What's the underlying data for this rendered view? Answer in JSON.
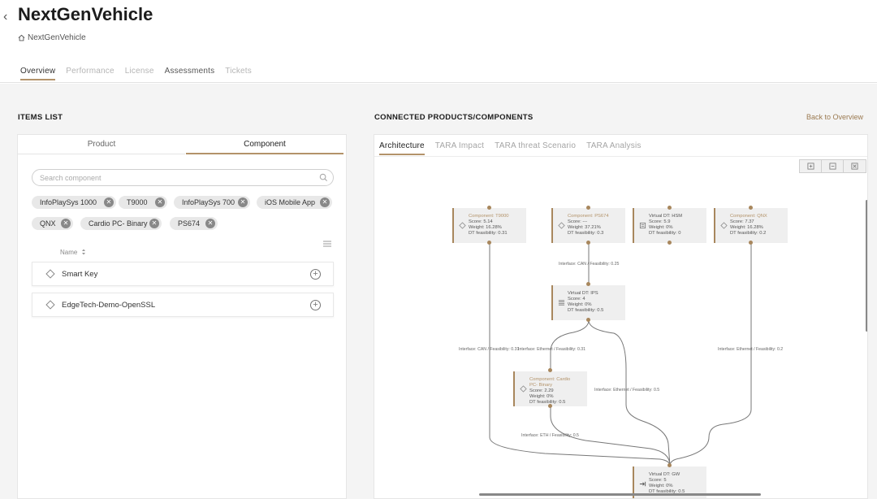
{
  "header": {
    "title": "NextGenVehicle",
    "breadcrumb": "NextGenVehicle",
    "tabs": [
      {
        "label": "Overview"
      },
      {
        "label": "Performance"
      },
      {
        "label": "License"
      },
      {
        "label": "Assessments"
      },
      {
        "label": "Tickets"
      }
    ]
  },
  "items_list": {
    "title": "ITEMS LIST",
    "segments": {
      "product": "Product",
      "component": "Component"
    },
    "search_placeholder": "Search component",
    "chips": [
      "InfoPlaySys 1000",
      "T9000",
      "InfoPlaySys 700",
      "iOS Mobile App",
      "QNX",
      "Cardio PC- Binary",
      "PS674"
    ],
    "column_header": "Name",
    "rows": [
      "Smart Key",
      "EdgeTech-Demo-OpenSSL"
    ]
  },
  "connected": {
    "title": "CONNECTED PRODUCTS/COMPONENTS",
    "back_link": "Back to Overview",
    "tabs": [
      "Architecture",
      "TARA Impact",
      "TARA threat Scenario",
      "TARA Analysis"
    ],
    "nodes": [
      {
        "id": "t9000",
        "title": "Component: T9000",
        "score": "Score: 5.14",
        "weight": "Weight: 16.28%",
        "dt": "DT feasibility: 0.31",
        "icon": "diamond-icon"
      },
      {
        "id": "ps674",
        "title": "Component: PS674",
        "score": "Score: ---",
        "weight": "Weight: 37.21%",
        "dt": "DT feasibility: 0.3",
        "icon": "diamond-icon"
      },
      {
        "id": "hsm",
        "title": "Virtual DT: HSM",
        "score": "Score: 5.9",
        "weight": "Weight: 0%",
        "dt": "DT feasibility: 0",
        "icon": "chip-icon"
      },
      {
        "id": "qnx",
        "title": "Component: QNX",
        "score": "Score: 7.37",
        "weight": "Weight: 16.28%",
        "dt": "DT feasibility: 0.2",
        "icon": "diamond-icon"
      },
      {
        "id": "ips",
        "title": "Virtual DT: IPS",
        "score": "Score: 4",
        "weight": "Weight: 0%",
        "dt": "DT feasibility: 0.5",
        "icon": "server-icon"
      },
      {
        "id": "cardio",
        "title": "Component: Cardio PC- Binary",
        "score": "Score: 2.29",
        "weight": "Weight: 0%",
        "dt": "DT feasibility: 0.5",
        "icon": "diamond-icon"
      },
      {
        "id": "gw",
        "title": "Virtual DT: GW",
        "score": "Score: 5",
        "weight": "Weight: 0%",
        "dt": "DT feasibility: 0.5",
        "icon": "gateway-icon"
      }
    ],
    "edges": [
      "Interface: CAN / Feasibility: 0.25",
      "Interface: CAN / Feasibility: 0.31",
      "Interface: Ethernet / Feasibility: 0.31",
      "Interface: Ethernet / Feasibility: 0.2",
      "Interface: Ethernet / Feasibility: 0.5",
      "Interface: ETH / Feasibility: 0.5"
    ]
  }
}
